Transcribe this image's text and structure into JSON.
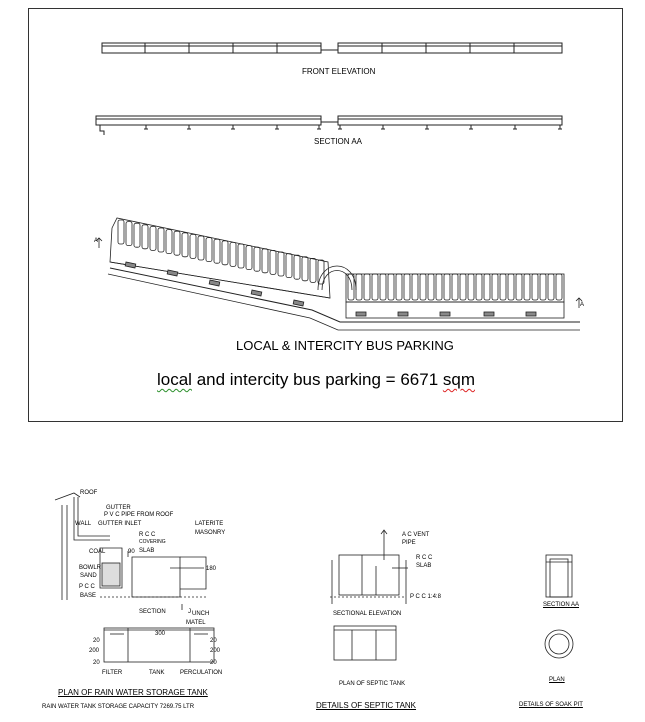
{
  "top_panel": {
    "front_elevation_label": "FRONT ELEVATION",
    "section_label": "SECTION AA",
    "bus_parking_heading": "LOCAL & INTERCITY BUS PARKING",
    "area_statement": {
      "prefix": "local",
      "middle": " and intercity bus parking = 6671 ",
      "unit": "sqm"
    },
    "section_marker_left": "A",
    "section_marker_right": "A"
  },
  "rainwater": {
    "roof": "ROOF",
    "gutter": "GUTTER",
    "pvc_pipe_from_roof": "P V C   PIPE FROM   ROOF",
    "wall": "WALL",
    "gutter_inlet": "GUTTER INLET",
    "rcc_covering_slab_1": "R C C",
    "rcc_covering_slab_2": "COVERING",
    "rcc_covering_slab_3": "SLAB",
    "laterite_masonry_1": "LATERITE",
    "laterite_masonry_2": "MASONRY",
    "coal": "COAL",
    "dim_90": "90",
    "boulder": "BOWLR",
    "sand": "SAND",
    "pcc": "P C C",
    "base": "BASE",
    "dim_180": "180",
    "section": "SECTION",
    "junk_metal_1": "J",
    "junk_metal_2": "UNCH",
    "junk_metal_3": "MATEL",
    "dim_300": "300",
    "plan_dims": [
      "20",
      "200",
      "20",
      "20",
      "200",
      "20"
    ],
    "filter": "FILTER",
    "tank": "TANK",
    "perculation": "PERCULATION",
    "title": "PLAN OF RAIN WATER STORAGE  TANK",
    "capacity": "RAIN    WATER    TANK    STORAGE    CAPACITY   7269.75 LTR"
  },
  "septic": {
    "ac_vent_pipe_1": "A C VENT",
    "ac_vent_pipe_2": "PIPE",
    "rcc_slab_1": "R C C",
    "rcc_slab_2": "SLAB",
    "pcc_mix": "P C C 1:4:8",
    "sectional_elevation": "SECTIONAL ELEVATION",
    "plan": "PLAN OF SEPTIC TANK",
    "title": "DETAILS OF SEPTIC TANK"
  },
  "soak_pit": {
    "section": "SECTION  AA",
    "plan": "PLAN",
    "title": "DETAILS  OF SOAK  PIT"
  }
}
